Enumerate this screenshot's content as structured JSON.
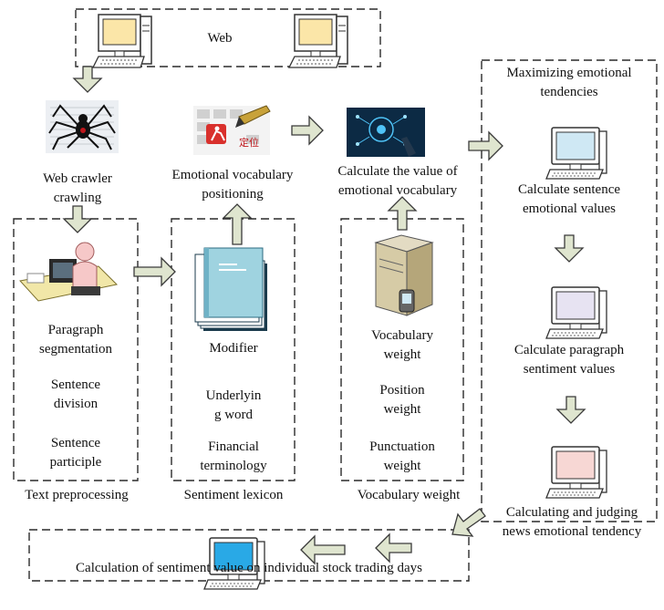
{
  "web_box": {
    "title": "Web"
  },
  "steps": {
    "crawler": {
      "line1": "Web crawler",
      "line2": "crawling"
    },
    "positioning": {
      "line1": "Emotional vocabulary",
      "line2": "positioning",
      "image_text": "定位"
    },
    "calc_value": {
      "line1": "Calculate the value of",
      "line2": "emotional vocabulary"
    },
    "maximizing": {
      "line1": "Maximizing emotional",
      "line2": "tendencies"
    },
    "sentence_values": {
      "line1": "Calculate sentence",
      "line2": "emotional values"
    },
    "paragraph_values": {
      "line1": "Calculate paragraph",
      "line2": "sentiment values"
    },
    "judging": {
      "line1": "Calculating and judging",
      "line2": "news emotional tendency"
    },
    "final": {
      "label": "Calculation of sentiment value on individual stock trading days"
    }
  },
  "preprocessing": {
    "title": "Text preprocessing",
    "items": [
      {
        "line1": "Paragraph",
        "line2": "segmentation"
      },
      {
        "line1": "Sentence",
        "line2": "division"
      },
      {
        "line1": "Sentence",
        "line2": "participle"
      }
    ]
  },
  "lexicon": {
    "title": "Sentiment lexicon",
    "items": [
      {
        "line1": "Modifier",
        "line2": ""
      },
      {
        "line1": "Underlyin",
        "line2": "g word"
      },
      {
        "line1": "Financial",
        "line2": "terminology"
      }
    ]
  },
  "weights": {
    "title": "Vocabulary weight",
    "items": [
      {
        "line1": "Vocabulary",
        "line2": "weight"
      },
      {
        "line1": "Position",
        "line2": "weight"
      },
      {
        "line1": "Punctuation",
        "line2": "weight"
      }
    ]
  },
  "icons": {
    "web_computers": "computer-icon",
    "crawler": "spider-icon",
    "positioning": "pen-target-icon",
    "calc_value": "touch-tech-icon",
    "preprocessing": "person-at-desk-icon",
    "lexicon": "book-stack-icon",
    "weights": "server-icon",
    "monitors": "monitor-icon"
  },
  "colors": {
    "arrow_fill": "#dfe5cf",
    "computer_screen_yellow": "#fbe6a8",
    "monitor_blue": "#cfe8f4",
    "monitor_lavender": "#e7e3f2",
    "monitor_pink": "#f7d7d4",
    "monitor_final_blue": "#29a9e6",
    "book_teal": "#9fd3e0"
  }
}
